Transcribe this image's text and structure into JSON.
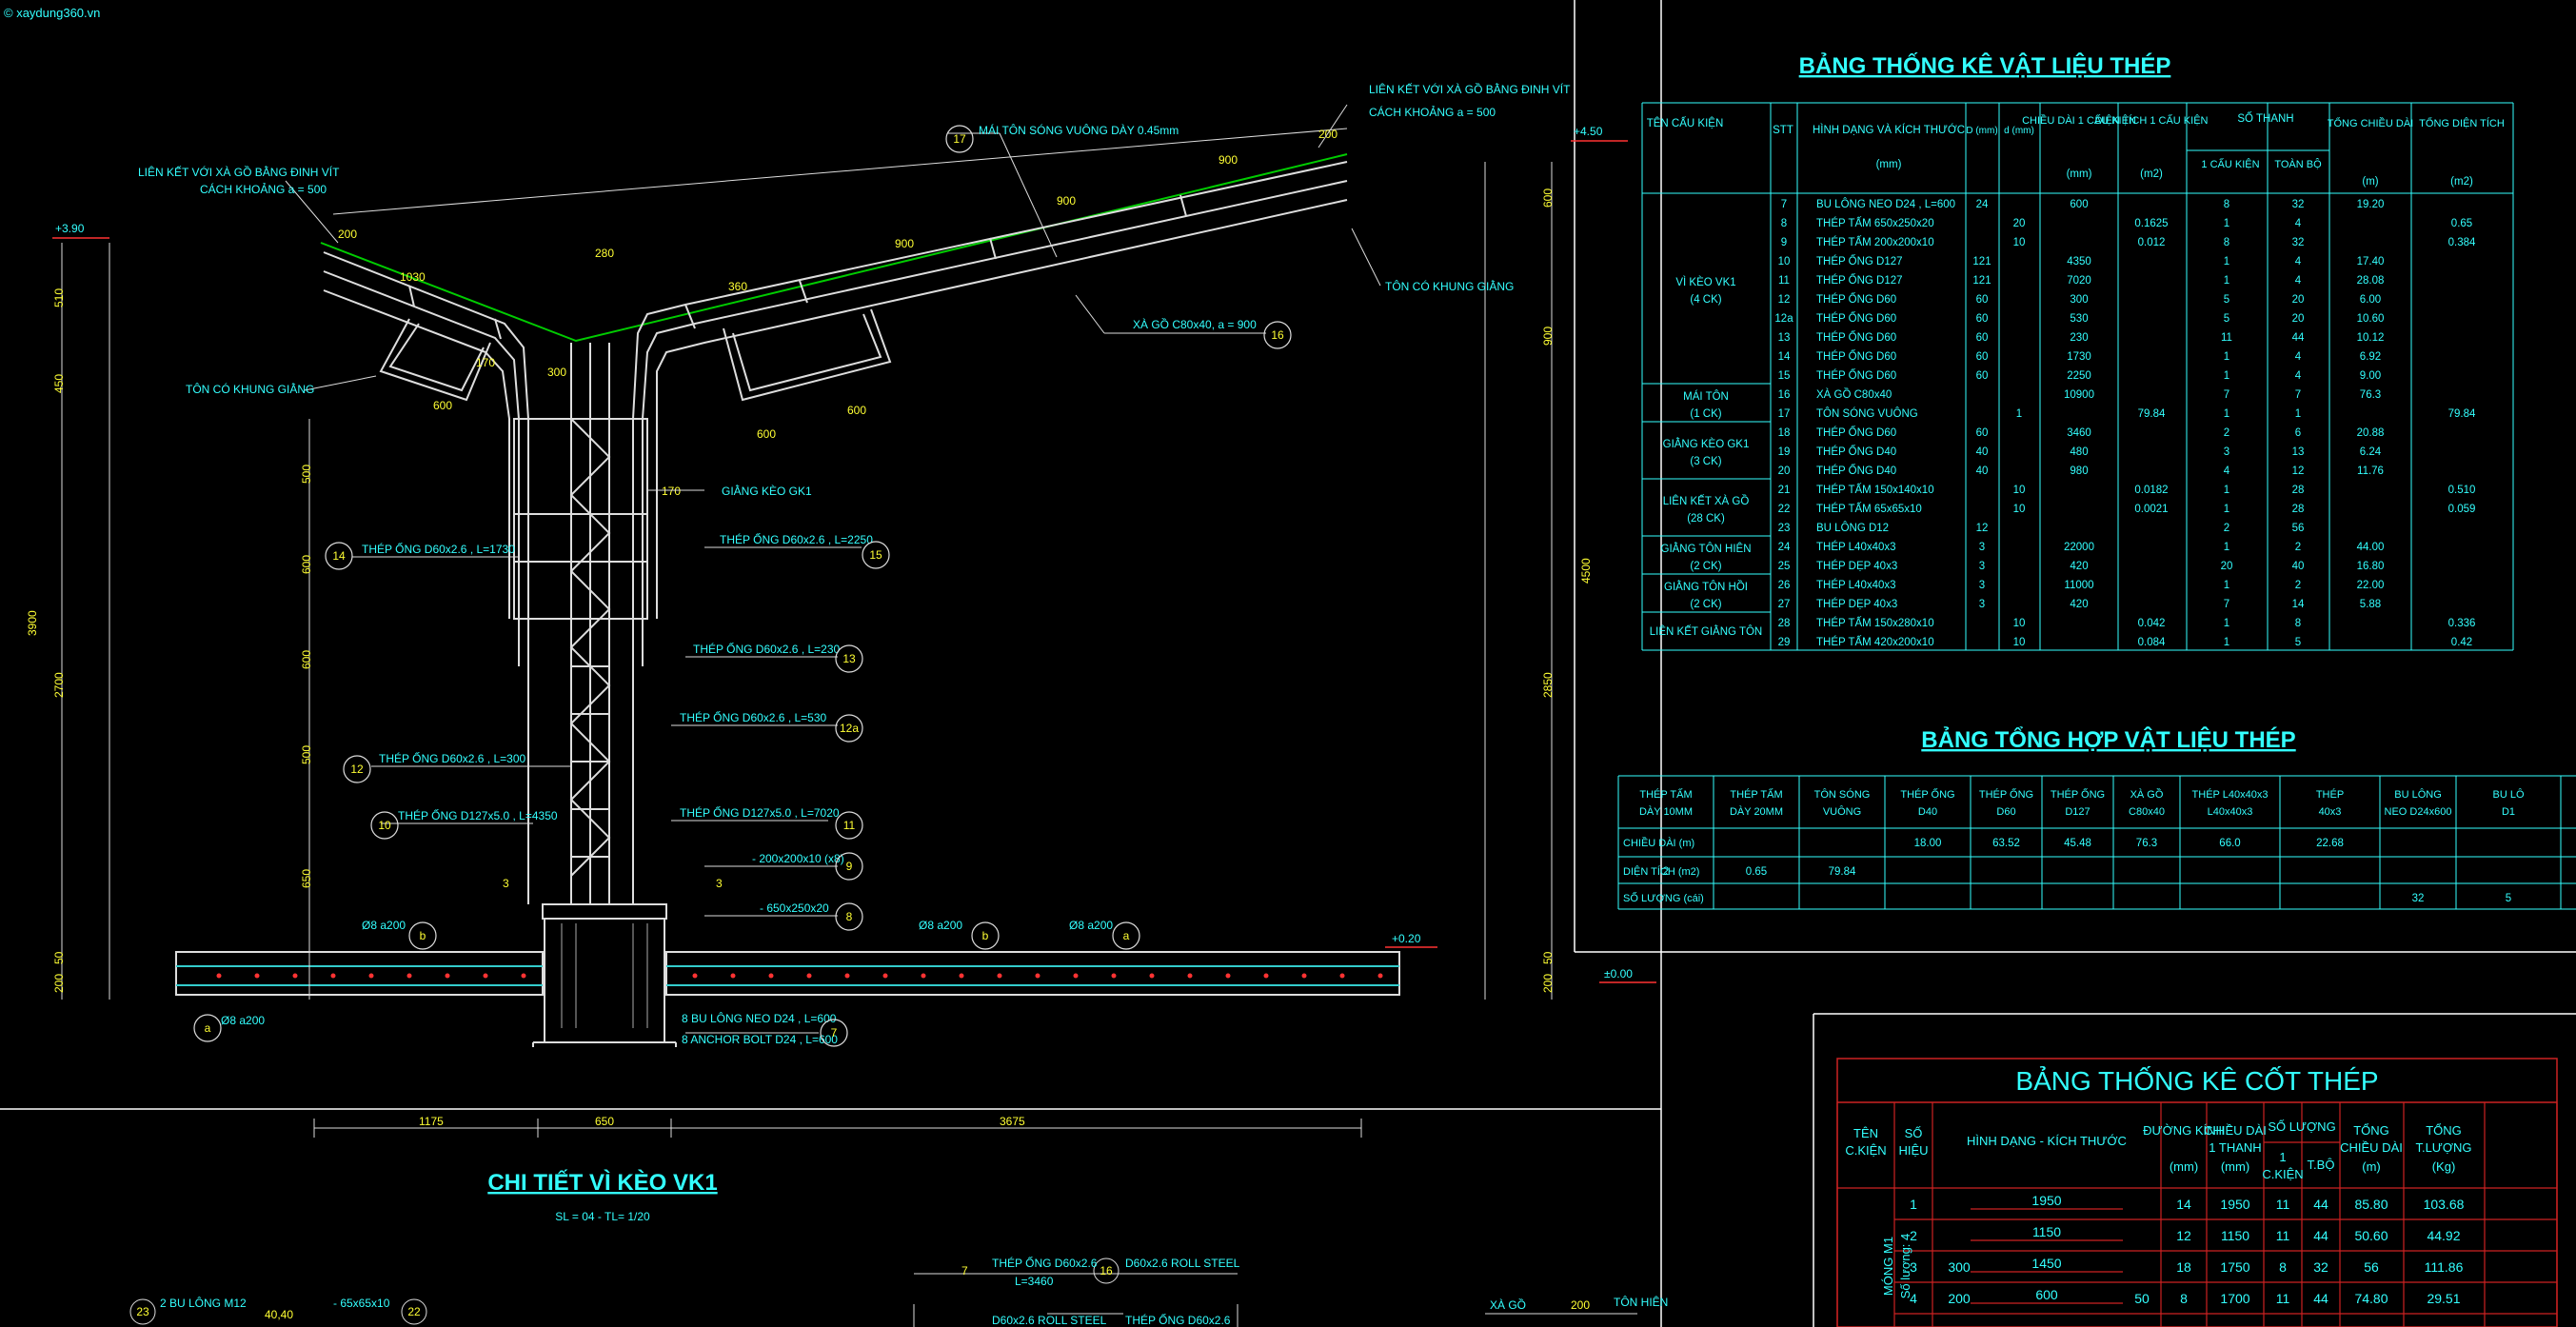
{
  "watermark": "© xaydung360.vn",
  "drawing": {
    "title": "CHI TIẾT VÌ KÈO VK1",
    "scale": "SL = 04 - TL= 1/20",
    "levels": {
      "top_left": "+3.90",
      "top_right": "+4.50",
      "ground": "+0.20",
      "zero": "±0.00"
    },
    "notes": {
      "lk_left_1": "LIÊN KẾT VỚI XÀ GỒ BẰNG ĐINH VÍT",
      "lk_left_2": "CÁCH KHOẢNG a = 500",
      "lk_right_1": "LIÊN KẾT VỚI XÀ GỒ BẰNG ĐINH VÍT",
      "lk_right_2": "CÁCH KHOẢNG a = 500",
      "roof": "MÁI TÔN SÓNG VUÔNG DÀY 0.45mm",
      "purlin": "XÀ GỒ C80x40, a = 900",
      "frame_left": "TÔN CÓ KHUNG GIẰNG",
      "frame_right": "TÔN CÓ KHUNG GIẰNG",
      "brace": "GIẰNG KÈO GK1",
      "p14": "THÉP ỐNG D60x2.6 , L=1730",
      "p15": "THÉP ỐNG D60x2.6 , L=2250",
      "p13": "THÉP ỐNG D60x2.6 , L=230",
      "p12a": "THÉP ỐNG D60x2.6 , L=530",
      "p12": "THÉP ỐNG D60x2.6 , L=300",
      "p10": "THÉP ỐNG D127x5.0 , L=4350",
      "p11": "THÉP ỐNG D127x5.0 , L=7020",
      "p9": "- 200x200x10 (x8)",
      "p8": "- 650x250x20",
      "p7a": "8 BU LÔNG NEO D24 , L=600",
      "p7b": "8 ANCHOR BOLT D24 , L=600",
      "rebar1": "Ø8 a200",
      "rebar2": "Ø8 a200",
      "rebar3": "Ø8 a200",
      "rebar4": "Ø8 a200"
    },
    "callouts": [
      "17",
      "16",
      "14",
      "15",
      "13",
      "12a",
      "12",
      "10",
      "11",
      "9",
      "8",
      "7",
      "b",
      "a",
      "b",
      "a"
    ],
    "dims": {
      "top": [
        "200",
        "1030",
        "280",
        "360",
        "900",
        "900",
        "900",
        "200"
      ],
      "mid": [
        "170",
        "600",
        "300",
        "600",
        "600",
        "170"
      ],
      "left_vert": [
        "510",
        "450",
        "500",
        "600",
        "600",
        "500",
        "650",
        "50",
        "200",
        "3900",
        "2700"
      ],
      "right_vert": [
        "600",
        "900",
        "4500",
        "2850",
        "50",
        "200"
      ],
      "bottom": [
        "1175",
        "650",
        "3675"
      ],
      "section": [
        "3",
        "3"
      ]
    },
    "bottom_labels": {
      "p23": "2 BU LÔNG M12",
      "dim": "40,40",
      "p22": "- 65x65x10",
      "p16a": "THÉP ỐNG D60x2.6",
      "p16b": "L=3460",
      "p16c": "D60x2.6 ROLL STEEL",
      "p16d": "D60x2.6 ROLL STEEL",
      "p16e": "THÉP ỐNG D60x2.6",
      "xago": "XÀ GỒ",
      "tonhien": "TÔN HIÊN",
      "n200": "200",
      "c23": "23",
      "c22": "22",
      "c16": "16",
      "c7": "7"
    }
  },
  "table1": {
    "title": "BẢNG THỐNG KÊ VẬT LIỆU THÉP",
    "headers": {
      "ten": "TÊN CẤU KIỆN",
      "stt": "STT",
      "hinh": "HÌNH DẠNG VÀ KÍCH THƯỚC",
      "hinh_unit": "(mm)",
      "D": "D (mm)",
      "d": "d (mm)",
      "cdai": "CHIỀU DÀI 1 CẤU KIỆN",
      "cdai_unit": "(mm)",
      "dtich": "DIỆN TÍCH 1 CẤU KIỆN",
      "dtich_unit": "(m2)",
      "sothanh": "SỐ THANH",
      "ck": "1 CẤU KIỆN",
      "tb": "TOÀN BỘ",
      "tcd": "TỔNG CHIỀU DÀI",
      "tcd_unit": "(m)",
      "tdt": "TỔNG DIỆN TÍCH",
      "tdt_unit": "(m2)"
    },
    "groups": [
      {
        "name": "VÌ KÈO VK1",
        "qty": "(4 CK)"
      },
      {
        "name": "MÁI TÔN",
        "qty": "(1 CK)"
      },
      {
        "name": "GIẰNG KÈO GK1",
        "qty": "(3 CK)"
      },
      {
        "name": "LIÊN KẾT XÀ GỒ",
        "qty": "(28 CK)"
      },
      {
        "name": "GIẰNG TÔN HIÊN",
        "qty": "(2 CK)"
      },
      {
        "name": "GIẰNG TÔN HỒI",
        "qty": "(2 CK)"
      },
      {
        "name": "LIÊN KẾT GIẰNG TÔN",
        "qty": ""
      }
    ],
    "rows": [
      [
        "7",
        "BU LÔNG NEO D24 , L=600",
        "24",
        "",
        "600",
        "",
        "8",
        "32",
        "19.20",
        ""
      ],
      [
        "8",
        "THÉP TẤM 650x250x20",
        "",
        "20",
        "",
        "0.1625",
        "1",
        "4",
        "",
        "0.65"
      ],
      [
        "9",
        "THÉP TẤM 200x200x10",
        "",
        "10",
        "",
        "0.012",
        "8",
        "32",
        "",
        "0.384"
      ],
      [
        "10",
        "THÉP ỐNG D127",
        "121",
        "",
        "4350",
        "",
        "1",
        "4",
        "17.40",
        ""
      ],
      [
        "11",
        "THÉP ỐNG D127",
        "121",
        "",
        "7020",
        "",
        "1",
        "4",
        "28.08",
        ""
      ],
      [
        "12",
        "THÉP ỐNG D60",
        "60",
        "",
        "300",
        "",
        "5",
        "20",
        "6.00",
        ""
      ],
      [
        "12a",
        "THÉP ỐNG D60",
        "60",
        "",
        "530",
        "",
        "5",
        "20",
        "10.60",
        ""
      ],
      [
        "13",
        "THÉP ỐNG D60",
        "60",
        "",
        "230",
        "",
        "11",
        "44",
        "10.12",
        ""
      ],
      [
        "14",
        "THÉP ỐNG D60",
        "60",
        "",
        "1730",
        "",
        "1",
        "4",
        "6.92",
        ""
      ],
      [
        "15",
        "THÉP ỐNG D60",
        "60",
        "",
        "2250",
        "",
        "1",
        "4",
        "9.00",
        ""
      ],
      [
        "16",
        "XÀ GỒ C80x40",
        "",
        "",
        "10900",
        "",
        "7",
        "7",
        "76.3",
        ""
      ],
      [
        "17",
        "TÔN SÓNG VUÔNG",
        "",
        "1",
        "",
        "79.84",
        "1",
        "1",
        "",
        "79.84"
      ],
      [
        "18",
        "THÉP ỐNG D60",
        "60",
        "",
        "3460",
        "",
        "2",
        "6",
        "20.88",
        ""
      ],
      [
        "19",
        "THÉP ỐNG D40",
        "40",
        "",
        "480",
        "",
        "3",
        "13",
        "6.24",
        ""
      ],
      [
        "20",
        "THÉP ỐNG D40",
        "40",
        "",
        "980",
        "",
        "4",
        "12",
        "11.76",
        ""
      ],
      [
        "21",
        "THÉP TẤM 150x140x10",
        "",
        "10",
        "",
        "0.0182",
        "1",
        "28",
        "",
        "0.510"
      ],
      [
        "22",
        "THÉP TẤM 65x65x10",
        "",
        "10",
        "",
        "0.0021",
        "1",
        "28",
        "",
        "0.059"
      ],
      [
        "23",
        "BU LÔNG D12",
        "12",
        "",
        "",
        "",
        "2",
        "56",
        "",
        ""
      ],
      [
        "24",
        "THÉP L40x40x3",
        "3",
        "",
        "22000",
        "",
        "1",
        "2",
        "44.00",
        ""
      ],
      [
        "25",
        "THÉP DẸP 40x3",
        "3",
        "",
        "420",
        "",
        "20",
        "40",
        "16.80",
        ""
      ],
      [
        "26",
        "THÉP L40x40x3",
        "3",
        "",
        "11000",
        "",
        "1",
        "2",
        "22.00",
        ""
      ],
      [
        "27",
        "THÉP DẸP 40x3",
        "3",
        "",
        "420",
        "",
        "7",
        "14",
        "5.88",
        ""
      ],
      [
        "28",
        "THÉP TẤM 150x280x10",
        "",
        "10",
        "",
        "0.042",
        "1",
        "8",
        "",
        "0.336"
      ],
      [
        "29",
        "THÉP TẤM 420x200x10",
        "",
        "10",
        "",
        "0.084",
        "1",
        "5",
        "",
        "0.42"
      ]
    ]
  },
  "table2": {
    "title": "BẢNG TỔNG HỢP VẬT LIỆU THÉP",
    "cols": [
      "THÉP TẤM DÀY 10MM",
      "THÉP TẤM DÀY 20MM",
      "TÔN SÓNG VUÔNG",
      "THÉP ỐNG D40",
      "THÉP ỐNG D60",
      "THÉP ỐNG D127",
      "XÀ GỒ C80x40",
      "THÉP L40x40x3 L40x40x3",
      "THÉP 40x3",
      "BU LÔNG NEO D24x600",
      "BU LÔ D1"
    ],
    "rows": [
      {
        "label": "CHIỀU DÀI (m)",
        "vals": [
          "",
          "",
          "",
          "18.00",
          "63.52",
          "45.48",
          "76.3",
          "66.0",
          "22.68",
          "",
          ""
        ]
      },
      {
        "label": "DIỆN TÍCH (m2)",
        "vals": [
          "2",
          "0.65",
          "79.84",
          "",
          "",
          "",
          "",
          "",
          "",
          "",
          ""
        ]
      },
      {
        "label": "SỐ LƯỢNG (cái)",
        "vals": [
          "",
          "",
          "",
          "",
          "",
          "",
          "",
          "",
          "",
          "32",
          "5"
        ]
      }
    ]
  },
  "table3": {
    "title": "BẢNG THỐNG KÊ CỐT THÉP",
    "headers": {
      "ten": "TÊN C.KIỆN",
      "so": "SỐ HIỆU",
      "hinh": "HÌNH DẠNG - KÍCH THƯỚC",
      "dk": "ĐƯỜNG KÍNH",
      "dk_unit": "(mm)",
      "cd": "CHIỀU DÀI 1 THANH",
      "cd_unit": "(mm)",
      "sl": "SỐ LƯỢNG",
      "ck": "1 C.KIỆN",
      "tb": "T.BỘ",
      "tcd": "TỔNG CHIỀU DÀI",
      "tcd_unit": "(m)",
      "tl": "TỔNG T.LƯỢNG",
      "tl_unit": "(Kg)"
    },
    "group": "MÓNG M1",
    "group_qty": "Số lượng: 4",
    "rows": [
      {
        "no": "1",
        "shape": "1950",
        "dia": "14",
        "len": "1950",
        "ck": "11",
        "tb": "44",
        "tcd": "85.80",
        "tl": "103.68",
        "l": "",
        "r": ""
      },
      {
        "no": "2",
        "shape": "1150",
        "dia": "12",
        "len": "1150",
        "ck": "11",
        "tb": "44",
        "tcd": "50.60",
        "tl": "44.92",
        "l": "",
        "r": ""
      },
      {
        "no": "3",
        "shape": "1450",
        "dia": "18",
        "len": "1750",
        "ck": "8",
        "tb": "32",
        "tcd": "56",
        "tl": "111.86",
        "l": "300",
        "r": ""
      },
      {
        "no": "4",
        "shape": "600",
        "dia": "8",
        "len": "1700",
        "ck": "11",
        "tb": "44",
        "tcd": "74.80",
        "tl": "29.51",
        "l": "200",
        "r": "50"
      }
    ]
  }
}
